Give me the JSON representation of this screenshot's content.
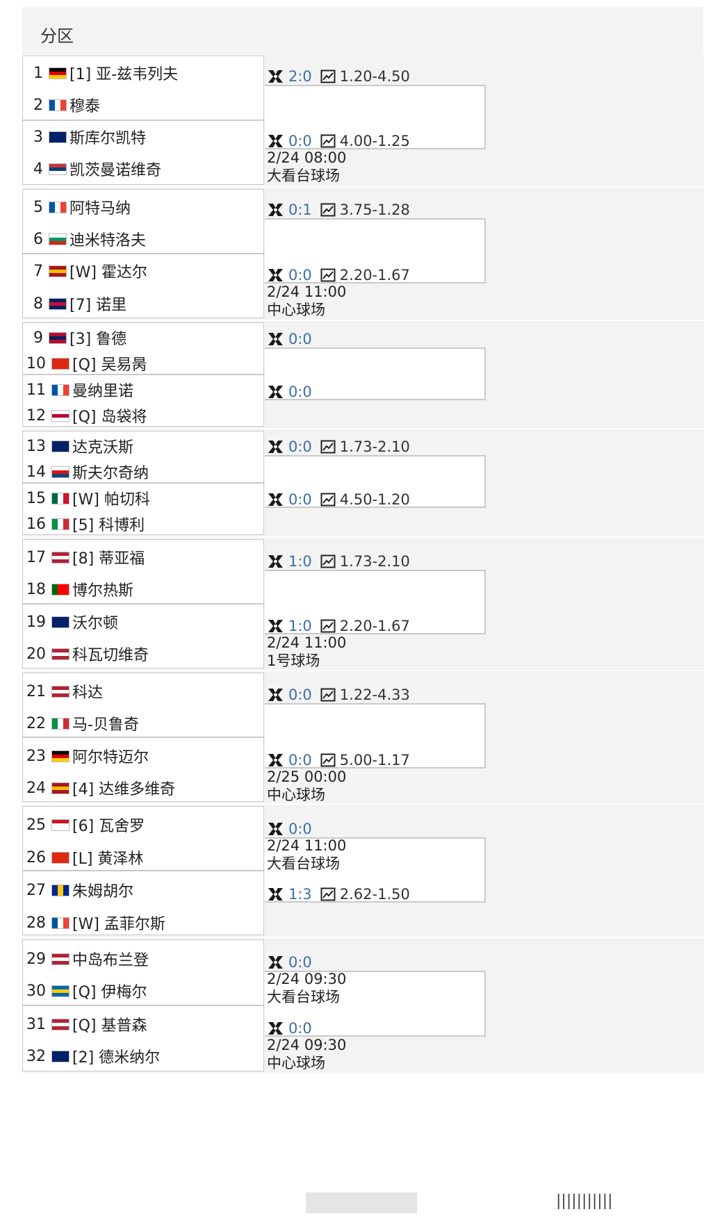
{
  "header": {
    "title": "分区"
  },
  "watermark_right": "|||||||||||",
  "colors": {
    "score": "#3a6fa8",
    "border": "#c9c9c9",
    "band": "#f3f3f3"
  },
  "players": [
    {
      "num": "1",
      "flag": [
        "#000000",
        "#dd0000",
        "#ffce00"
      ],
      "flag_dir": "h",
      "name": "[1] 亚-兹韦列夫"
    },
    {
      "num": "2",
      "flag": [
        "#0055a4",
        "#ffffff",
        "#ef4135"
      ],
      "flag_dir": "v",
      "name": "穆泰"
    },
    {
      "num": "3",
      "flag": [
        "#012169",
        "#012169",
        "#012169"
      ],
      "flag_dir": "h",
      "name": "斯库尔凯特"
    },
    {
      "num": "4",
      "flag": [
        "#c6363c",
        "#0c4076",
        "#ffffff"
      ],
      "flag_dir": "h",
      "name": "凯茨曼诺维奇"
    },
    {
      "num": "5",
      "flag": [
        "#0055a4",
        "#ffffff",
        "#ef4135"
      ],
      "flag_dir": "v",
      "name": "阿特马纳"
    },
    {
      "num": "6",
      "flag": [
        "#ffffff",
        "#00966e",
        "#d62612"
      ],
      "flag_dir": "h",
      "name": "迪米特洛夫"
    },
    {
      "num": "7",
      "flag": [
        "#aa151b",
        "#f1bf00",
        "#aa151b"
      ],
      "flag_dir": "h",
      "name": "[W] 霍达尔"
    },
    {
      "num": "8",
      "flag": [
        "#012169",
        "#c8102e",
        "#012169"
      ],
      "flag_dir": "h",
      "name": "[7] 诺里"
    },
    {
      "num": "9",
      "flag": [
        "#ba0c2f",
        "#00205b",
        "#ba0c2f"
      ],
      "flag_dir": "h",
      "name": "[3] 鲁德"
    },
    {
      "num": "10",
      "flag": [
        "#de2910",
        "#de2910",
        "#de2910"
      ],
      "flag_dir": "h",
      "name": "[Q] 吴易昺"
    },
    {
      "num": "11",
      "flag": [
        "#0055a4",
        "#ffffff",
        "#ef4135"
      ],
      "flag_dir": "v",
      "name": "曼纳里诺"
    },
    {
      "num": "12",
      "flag": [
        "#ffffff",
        "#bc002d",
        "#ffffff"
      ],
      "flag_dir": "h",
      "name": "[Q] 岛袋将"
    },
    {
      "num": "13",
      "flag": [
        "#012169",
        "#012169",
        "#012169"
      ],
      "flag_dir": "h",
      "name": "达克沃斯"
    },
    {
      "num": "14",
      "flag": [
        "#ffffff",
        "#d7141a",
        "#11457e"
      ],
      "flag_dir": "h",
      "name": "斯夫尔奇纳"
    },
    {
      "num": "15",
      "flag": [
        "#006847",
        "#ffffff",
        "#ce1126"
      ],
      "flag_dir": "v",
      "name": "[W] 帕切科"
    },
    {
      "num": "16",
      "flag": [
        "#009246",
        "#ffffff",
        "#ce2b37"
      ],
      "flag_dir": "v",
      "name": "[5] 科博利"
    },
    {
      "num": "17",
      "flag": [
        "#b22234",
        "#ffffff",
        "#b22234"
      ],
      "flag_dir": "h",
      "name": "[8] 蒂亚福"
    },
    {
      "num": "18",
      "flag": [
        "#006600",
        "#ff0000",
        "#ff0000"
      ],
      "flag_dir": "v",
      "name": "博尔热斯"
    },
    {
      "num": "19",
      "flag": [
        "#012169",
        "#012169",
        "#012169"
      ],
      "flag_dir": "h",
      "name": "沃尔顿"
    },
    {
      "num": "20",
      "flag": [
        "#b22234",
        "#ffffff",
        "#b22234"
      ],
      "flag_dir": "h",
      "name": "科瓦切维奇"
    },
    {
      "num": "21",
      "flag": [
        "#b22234",
        "#ffffff",
        "#b22234"
      ],
      "flag_dir": "h",
      "name": "科达"
    },
    {
      "num": "22",
      "flag": [
        "#009246",
        "#ffffff",
        "#ce2b37"
      ],
      "flag_dir": "v",
      "name": "马-贝鲁奇"
    },
    {
      "num": "23",
      "flag": [
        "#000000",
        "#dd0000",
        "#ffce00"
      ],
      "flag_dir": "h",
      "name": "阿尔特迈尔"
    },
    {
      "num": "24",
      "flag": [
        "#aa151b",
        "#f1bf00",
        "#aa151b"
      ],
      "flag_dir": "h",
      "name": "[4] 达维多维奇"
    },
    {
      "num": "25",
      "flag": [
        "#ce1126",
        "#ffffff",
        "#ffffff"
      ],
      "flag_dir": "h",
      "name": "[6] 瓦舍罗"
    },
    {
      "num": "26",
      "flag": [
        "#de2910",
        "#de2910",
        "#de2910"
      ],
      "flag_dir": "h",
      "name": "[L] 黄泽林"
    },
    {
      "num": "27",
      "flag": [
        "#002395",
        "#fecb00",
        "#002395"
      ],
      "flag_dir": "v",
      "name": "朱姆胡尔"
    },
    {
      "num": "28",
      "flag": [
        "#0055a4",
        "#ffffff",
        "#ef4135"
      ],
      "flag_dir": "v",
      "name": "[W] 孟菲尔斯"
    },
    {
      "num": "29",
      "flag": [
        "#b22234",
        "#ffffff",
        "#b22234"
      ],
      "flag_dir": "h",
      "name": "中岛布兰登"
    },
    {
      "num": "30",
      "flag": [
        "#006aa7",
        "#fecc00",
        "#006aa7"
      ],
      "flag_dir": "h",
      "name": "[Q] 伊梅尔"
    },
    {
      "num": "31",
      "flag": [
        "#b22234",
        "#ffffff",
        "#b22234"
      ],
      "flag_dir": "h",
      "name": "[Q] 基普森"
    },
    {
      "num": "32",
      "flag": [
        "#012169",
        "#012169",
        "#012169"
      ],
      "flag_dir": "h",
      "name": "[2] 德米纳尔"
    }
  ],
  "matches": [
    {
      "score": "2:0",
      "odds": "1.20-4.50"
    },
    {
      "score": "0:0",
      "odds": "4.00-1.25",
      "date": "2/24 08:00",
      "court": "大看台球场"
    },
    {
      "score": "0:1",
      "odds": "3.75-1.28"
    },
    {
      "score": "0:0",
      "odds": "2.20-1.67",
      "date": "2/24 11:00",
      "court": "中心球场"
    },
    {
      "score": "0:0"
    },
    {
      "score": "0:0"
    },
    {
      "score": "0:0",
      "odds": "1.73-2.10"
    },
    {
      "score": "0:0",
      "odds": "4.50-1.20"
    },
    {
      "score": "1:0",
      "odds": "1.73-2.10"
    },
    {
      "score": "1:0",
      "odds": "2.20-1.67",
      "date": "2/24 11:00",
      "court": "1号球场"
    },
    {
      "score": "0:0",
      "odds": "1.22-4.33"
    },
    {
      "score": "0:0",
      "odds": "5.00-1.17",
      "date": "2/25 00:00",
      "court": "中心球场"
    },
    {
      "score": "0:0",
      "date": "2/24 11:00",
      "court": "大看台球场"
    },
    {
      "score": "1:3",
      "odds": "2.62-1.50"
    },
    {
      "score": "0:0",
      "date": "2/24 09:30",
      "court": "大看台球场"
    },
    {
      "score": "0:0",
      "date": "2/24 09:30",
      "court": "中心球场"
    }
  ]
}
